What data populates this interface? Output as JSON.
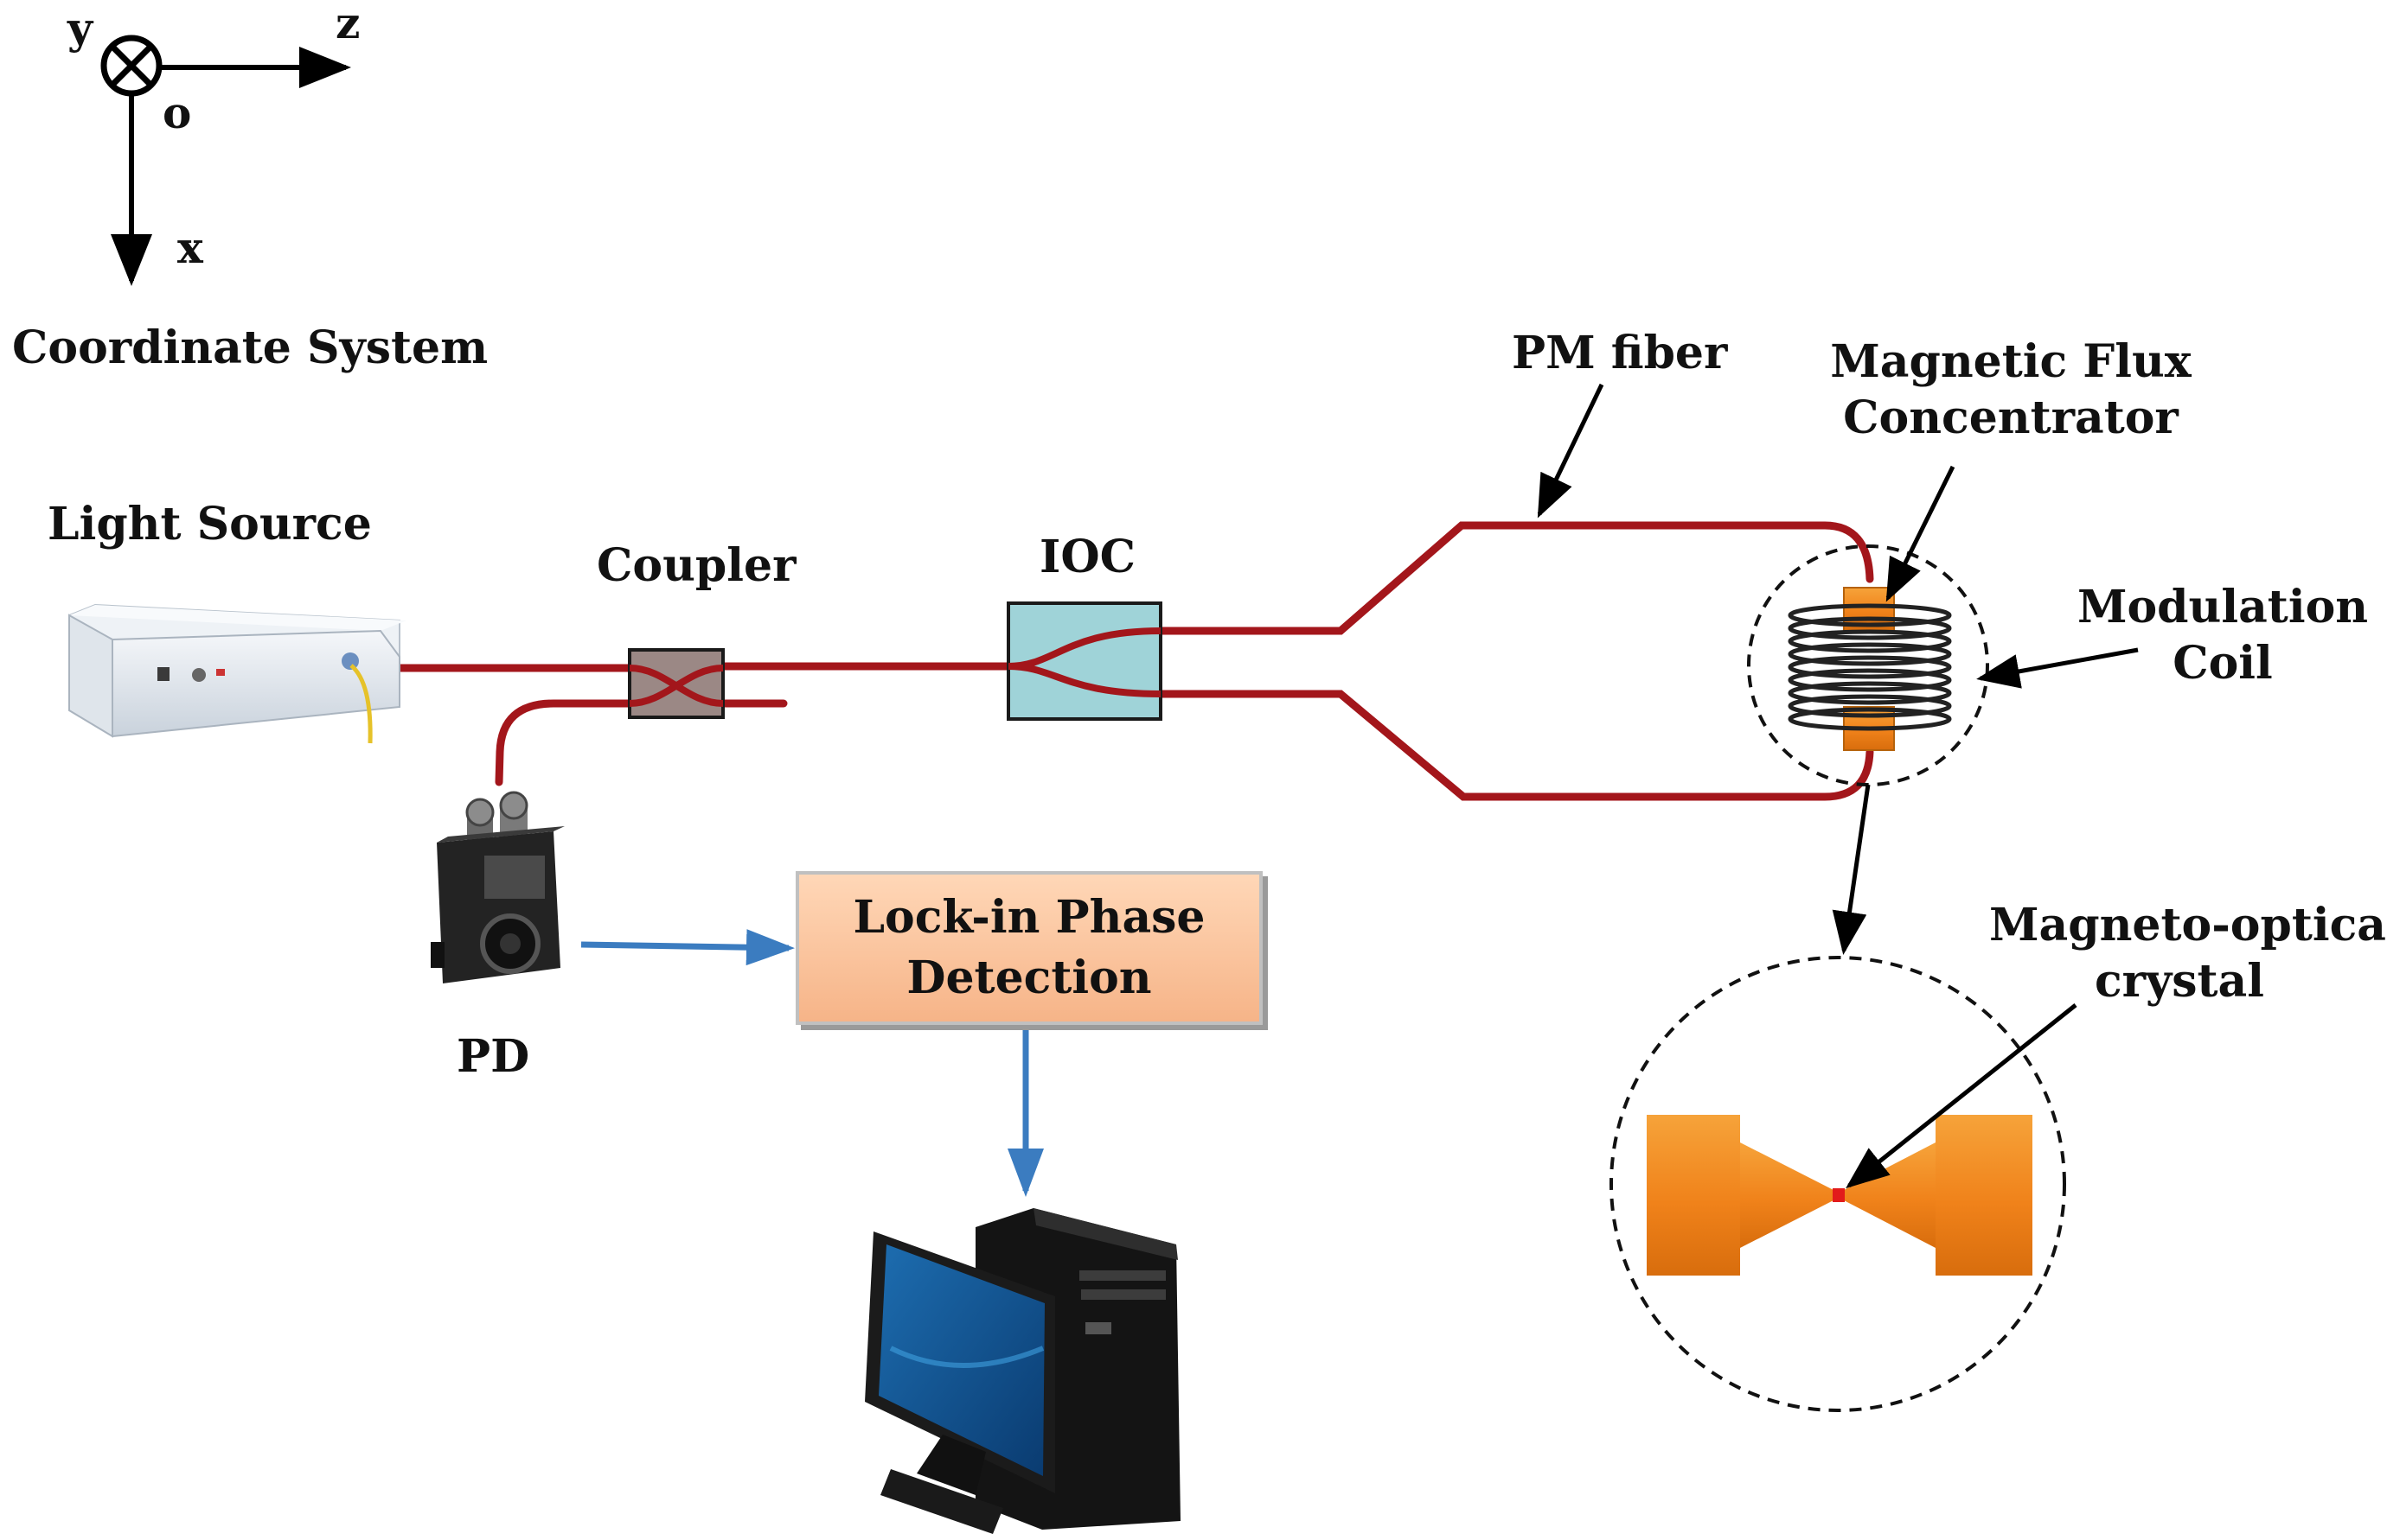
{
  "axes": {
    "y": "y",
    "z": "z",
    "origin": "o",
    "x": "x",
    "caption": "Coordinate System"
  },
  "labels": {
    "light_source": "Light Source",
    "coupler": "Coupler",
    "ioc": "IOC",
    "pm_fiber": "PM fiber",
    "flux_line1": "Magnetic Flux",
    "flux_line2": "Concentrator",
    "coil_line1": "Modulation",
    "coil_line2": "Coil",
    "crystal_line1": "Magneto-optical",
    "crystal_line2": "crystal",
    "pd": "PD"
  },
  "lockin": {
    "line1": "Lock-in Phase",
    "line2": "Detection"
  },
  "colors": {
    "fiber": "#a3161b",
    "signal_arrow": "#3b7cc0",
    "flux": "#f28a1c",
    "ioc": "#9fd3d8",
    "box": "#f8c39c"
  }
}
